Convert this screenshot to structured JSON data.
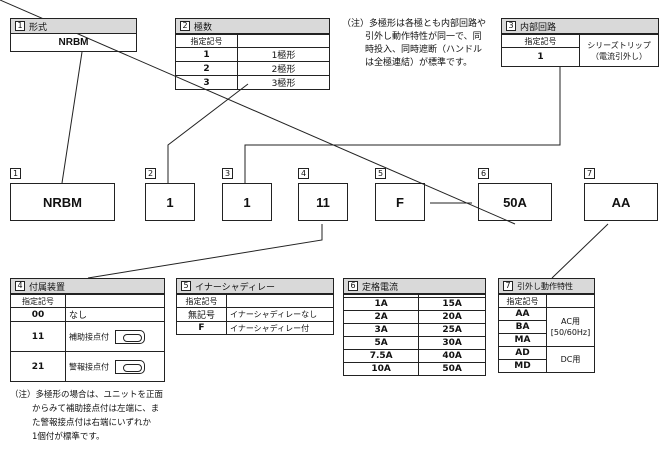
{
  "sections": {
    "form": {
      "num": "1",
      "title": "形式",
      "value": "NRBM"
    },
    "poles": {
      "num": "2",
      "title": "極数",
      "header": "指定記号",
      "rows": [
        {
          "code": "1",
          "desc": "1極形"
        },
        {
          "code": "2",
          "desc": "2極形"
        },
        {
          "code": "3",
          "desc": "3極形"
        }
      ]
    },
    "internal": {
      "num": "3",
      "title": "内部回路",
      "header": "指定記号",
      "rows": [
        {
          "code": "1",
          "desc_l1": "シリーズトリップ",
          "desc_l2": "（電流引外し）"
        }
      ]
    },
    "accessory": {
      "num": "4",
      "title": "付属装置",
      "header": "指定記号",
      "rows": [
        {
          "code": "00",
          "desc": "なし"
        },
        {
          "code": "11",
          "desc": "補助接点付"
        },
        {
          "code": "21",
          "desc": "警報接点付"
        }
      ]
    },
    "inertia": {
      "num": "5",
      "title": "イナーシャディレー",
      "header": "指定記号",
      "rows": [
        {
          "code": "無記号",
          "desc": "イナーシャディレーなし"
        },
        {
          "code": "F",
          "desc": "イナーシャディレー付"
        }
      ]
    },
    "rated": {
      "num": "6",
      "title": "定格電流",
      "rows": [
        [
          "1A",
          "15A"
        ],
        [
          "2A",
          "20A"
        ],
        [
          "3A",
          "25A"
        ],
        [
          "5A",
          "30A"
        ],
        [
          "7.5A",
          "40A"
        ],
        [
          "10A",
          "50A"
        ]
      ]
    },
    "trip": {
      "num": "7",
      "title": "引外し動作特性",
      "header": "指定記号",
      "ac_codes": [
        "AA",
        "BA",
        "MA"
      ],
      "ac_desc_l1": "AC用",
      "ac_desc_l2": "[50/60Hz]",
      "dc_codes": [
        "AD",
        "MD"
      ],
      "dc_desc": "DC用"
    }
  },
  "code_row": [
    {
      "num": "1",
      "value": "NRBM"
    },
    {
      "num": "2",
      "value": "1"
    },
    {
      "num": "3",
      "value": "1"
    },
    {
      "num": "4",
      "value": "11"
    },
    {
      "num": "5",
      "value": "F"
    },
    {
      "num": "6",
      "value": "50A"
    },
    {
      "num": "7",
      "value": "AA"
    }
  ],
  "notes": {
    "top_l1": "（注）多極形は各極とも内部回路や",
    "top_l2": "引外し動作特性が同一で、同",
    "top_l3": "時投入、同時遮断（ハンドル",
    "top_l4": "は全極連結）が標準です。",
    "bottom_l1": "（注）多極形の場合は、ユニットを正面",
    "bottom_l2": "からみて補助接点付は左端に、ま",
    "bottom_l3": "た警報接点付は右端にいずれか",
    "bottom_l4": "1個付が標準です。"
  }
}
